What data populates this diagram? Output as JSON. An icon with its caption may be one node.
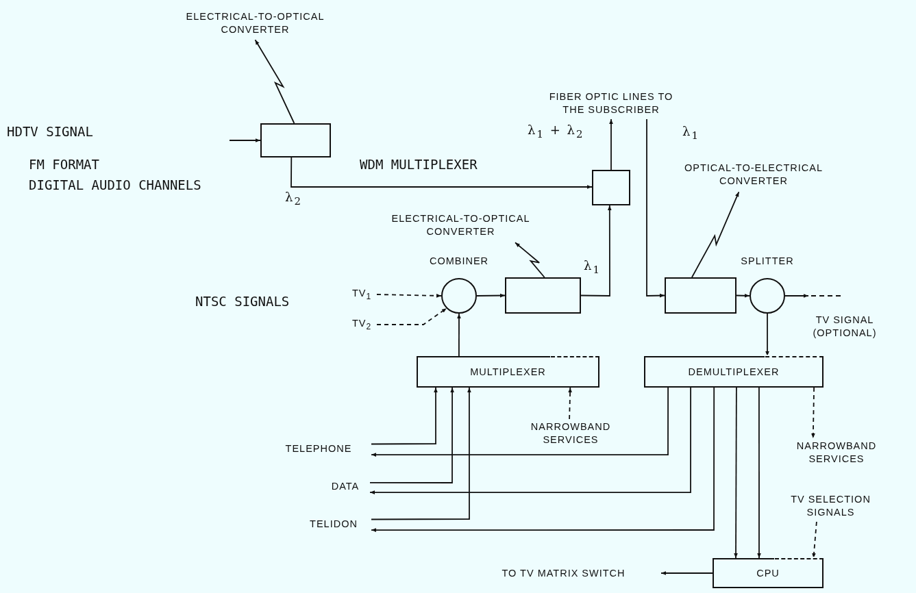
{
  "diagram": {
    "nodes": [
      {
        "text": [
          "ELECTRICAL-TO-OPTICAL CONVERTER"
        ]
      },
      {
        "text": [],
        "shape": "box"
      },
      {
        "text": [
          "FIBER OPTIC LINES TO THE SUBSCRIBER"
        ]
      },
      {
        "text": [],
        "shape": "box"
      },
      {
        "text": [
          "OPTICAL-TO-ELECTRICAL CONVERTER"
        ]
      },
      {
        "text": [
          "ELECTRICAL-TO-OPTICAL CONVERTER"
        ]
      },
      {
        "text": [],
        "shape": "circle",
        "beside": [
          "COMBINER"
        ]
      },
      {
        "text": [],
        "shape": "box"
      },
      {
        "text": [],
        "shape": "box"
      },
      {
        "text": [],
        "shape": "circle",
        "beside": [
          "SPLITTER"
        ]
      },
      {
        "text": [
          "TV$_{1}$"
        ]
      },
      {
        "text": [
          "TV$_{2}$"
        ]
      },
      {
        "text": [
          "MULTIPLEXER"
        ]
      },
      {
        "text": [
          "DEMULTIPLEXER"
        ]
      },
      {
        "text": [
          "NARROWBAND SERVICES"
        ]
      },
      {
        "text": [
          "NARROWBAND SERVICES"
        ]
      },
      {
        "text": [
          "TELEPHONE"
        ]
      },
      {
        "text": [
          "DATA"
        ]
      },
      {
        "text": [
          "TELIDON"
        ]
      },
      {
        "text": [
          "TV SELECTION SIGNALS"
        ]
      },
      {
        "text": [
          "CPU"
        ]
      },
      {
        "text": [
          "TO TV MATRIX SWITCH"
        ]
      }
    ],
    "edges": [
      {
        "from": null,
        "to": 1,
        "arrow": "to"
      },
      {
        "from": 1,
        "to": 0,
        "arrow": "to"
      },
      {
        "from": 1,
        "to": 3,
        "arrow": "to",
        "label": "λ$_{2}$"
      },
      {
        "from": 3,
        "to": 2,
        "arrow": "to",
        "label": "λ$_{1}$ + λ$_{2}$"
      },
      {
        "from": 2,
        "to": 8,
        "arrow": "to",
        "label": "λ$_{1}$"
      },
      {
        "from": 6,
        "to": 7,
        "arrow": "to"
      },
      {
        "from": 7,
        "to": 3,
        "arrow": "to",
        "label": "λ$_{1}$"
      },
      {
        "from": 7,
        "to": 5,
        "arrow": "to"
      },
      {
        "from": 8,
        "to": 4,
        "arrow": "to"
      },
      {
        "from": 8,
        "to": 9,
        "arrow": "to"
      },
      {
        "from": 9,
        "to": null,
        "arrow": "to"
      },
      {
        "from": 9,
        "to": 13,
        "arrow": "to"
      },
      {
        "from": 10,
        "to": 6,
        "arrow": "to",
        "style": "dashed"
      },
      {
        "from": 11,
        "to": 6,
        "arrow": "to",
        "style": "dashed"
      },
      {
        "from": 12,
        "to": 6,
        "arrow": "to"
      },
      {
        "from": 14,
        "to": 12,
        "arrow": "to",
        "style": "dashed"
      },
      {
        "from": 16,
        "to": 12,
        "arrow": "to"
      },
      {
        "from": 17,
        "to": 12,
        "arrow": "to"
      },
      {
        "from": 18,
        "to": 12,
        "arrow": "to"
      },
      {
        "from": 13,
        "to": 16,
        "arrow": "to"
      },
      {
        "from": 13,
        "to": 17,
        "arrow": "to"
      },
      {
        "from": 13,
        "to": 18,
        "arrow": "to"
      },
      {
        "from": 13,
        "to": 15,
        "arrow": "to",
        "style": "dashed"
      },
      {
        "from": 13,
        "to": 20,
        "arrow": "to"
      },
      {
        "from": 13,
        "to": 20,
        "arrow": "to"
      },
      {
        "from": 19,
        "to": 20,
        "arrow": "to",
        "style": "dashed"
      },
      {
        "from": 20,
        "to": 21,
        "arrow": "to"
      }
    ],
    "labels": [
      "HDTV SIGNAL",
      "FM FORMAT",
      "DIGITAL AUDIO CHANNELS",
      "WDM MULTIPLEXER",
      "NTSC SIGNALS",
      "TV SIGNAL (OPTIONAL)"
    ]
  }
}
